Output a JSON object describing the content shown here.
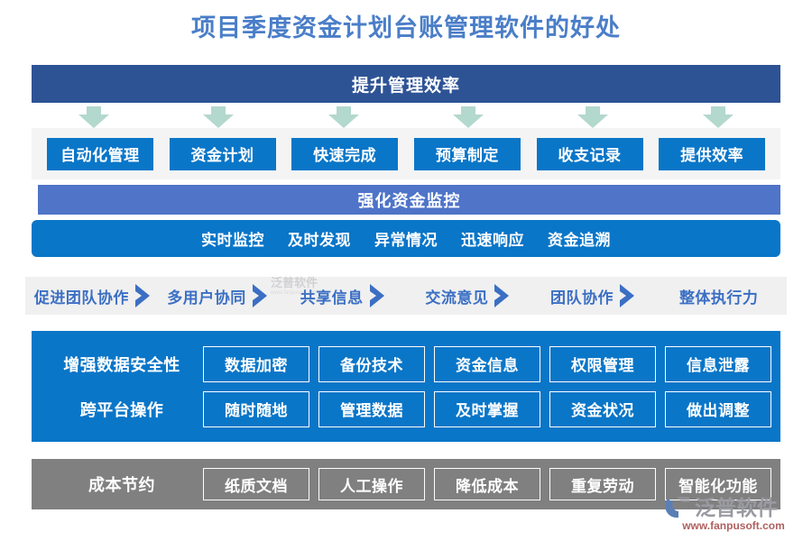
{
  "title": "项目季度资金计划台账管理软件的好处",
  "header": {
    "label": "提升管理效率"
  },
  "efficiency": {
    "buttons": [
      {
        "label": "自动化管理"
      },
      {
        "label": "资金计划"
      },
      {
        "label": "快速完成"
      },
      {
        "label": "预算制定"
      },
      {
        "label": "收支记录"
      },
      {
        "label": "提供效率"
      }
    ]
  },
  "monitoring": {
    "header_label": "强化资金监控",
    "items": [
      {
        "label": "实时监控"
      },
      {
        "label": "及时发现"
      },
      {
        "label": "异常情况"
      },
      {
        "label": "迅速响应"
      },
      {
        "label": "资金追溯"
      }
    ]
  },
  "collaboration": {
    "steps": [
      {
        "label": "促进团队协作"
      },
      {
        "label": "多用户协同"
      },
      {
        "label": "共享信息"
      },
      {
        "label": "交流意见"
      },
      {
        "label": "团队协作"
      },
      {
        "label": "整体执行力"
      }
    ]
  },
  "security": {
    "rows": [
      {
        "title": "增强数据安全性",
        "cells": [
          {
            "label": "数据加密"
          },
          {
            "label": "备份技术"
          },
          {
            "label": "资金信息"
          },
          {
            "label": "权限管理"
          },
          {
            "label": "信息泄露"
          }
        ]
      },
      {
        "title": "跨平台操作",
        "cells": [
          {
            "label": "随时随地"
          },
          {
            "label": "管理数据"
          },
          {
            "label": "及时掌握"
          },
          {
            "label": "资金状况"
          },
          {
            "label": "做出调整"
          }
        ]
      }
    ]
  },
  "cost": {
    "title": "成本节约",
    "cells": [
      {
        "label": "纸质文档"
      },
      {
        "label": "人工操作"
      },
      {
        "label": "降低成本"
      },
      {
        "label": "重复劳动"
      },
      {
        "label": "智能化功能"
      }
    ]
  },
  "logo": {
    "name": "泛普软件",
    "url": "www.fanpusoft.com"
  },
  "colors": {
    "title_blue": "#4a7ec8",
    "header_navy": "#2e5395",
    "button_blue": "#0a76c8",
    "subheader_blue": "#4f74c8",
    "chevron_blue": "#3b6fc4",
    "arrow_green": "#b3d8cd",
    "band_gray": "#f4f4f4",
    "cost_gray": "#808080"
  }
}
